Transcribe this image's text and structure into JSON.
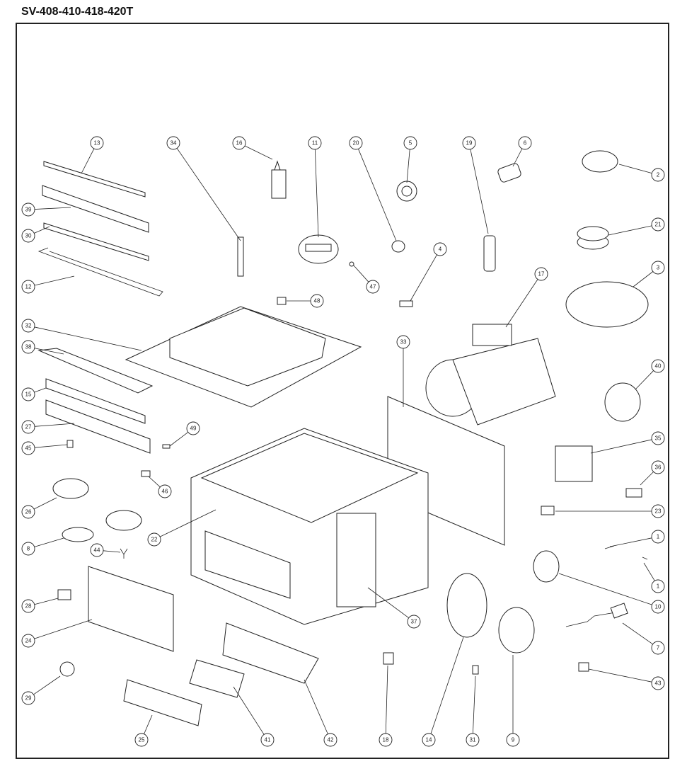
{
  "title": "SV-408-410-418-420T",
  "callouts": [
    "13",
    "34",
    "16",
    "11",
    "20",
    "5",
    "19",
    "6",
    "2",
    "21",
    "3",
    "39",
    "30",
    "12",
    "47",
    "4",
    "17",
    "48",
    "32",
    "38",
    "33",
    "40",
    "15",
    "27",
    "49",
    "35",
    "45",
    "36",
    "26",
    "46",
    "23",
    "22",
    "1",
    "8",
    "44",
    "1",
    "10",
    "28",
    "37",
    "24",
    "7",
    "43",
    "29",
    "25",
    "41",
    "42",
    "18",
    "14",
    "31",
    "9"
  ]
}
